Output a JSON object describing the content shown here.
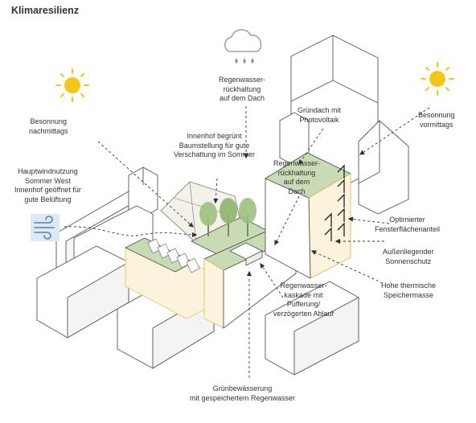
{
  "title": "Klimaresilienz",
  "labels": {
    "sun_afternoon": [
      "Besonnung",
      "nachmittags"
    ],
    "rain_roof": [
      "Regenwasser-",
      "rückhaltung",
      "auf dem Dach"
    ],
    "green_roof_pv": [
      "Gründach mit",
      "Photovoltaik"
    ],
    "sun_morning": [
      "Besonnung",
      "vormittags"
    ],
    "courtyard": [
      "Innenhof begrünt",
      "Baumstellung für gute",
      "Verschattung im Sommer"
    ],
    "wind": [
      "Hauptwindnutzung",
      "Sommer West",
      "Innenhof geöffnet für",
      "gute Belüftung"
    ],
    "rain_roof_2": [
      "Regenwasser-",
      "rückhaltung",
      "auf dem",
      "Dach"
    ],
    "windows": [
      "Optimierter",
      "Fensterflächenanteil"
    ],
    "shading": [
      "Außenliegender",
      "Sonnenschutz"
    ],
    "thermal_mass": [
      "Hohe thermische",
      "Speichermasse"
    ],
    "cascade": [
      "Regenwasser-",
      "kaskade mit",
      "Pufferung/",
      "verzögerten Ablauf"
    ],
    "irrigation": [
      "Grünbewässerung",
      "mit gespeichertem Regenwasser"
    ]
  },
  "colors": {
    "sun": "#f5c518",
    "green_roof": "#c9dbb4",
    "facade_yellow": "#fbf3dc",
    "facade_outline": "#e6d27a",
    "building_outline": "#555555",
    "cloud": "#9aa7b4",
    "drop": "#7e93a8",
    "wind_bg": "#dde9f4"
  },
  "icons": [
    "sun-icon",
    "cloud-rain-icon",
    "wind-icon",
    "tree-icon",
    "shading-fin-icon"
  ]
}
